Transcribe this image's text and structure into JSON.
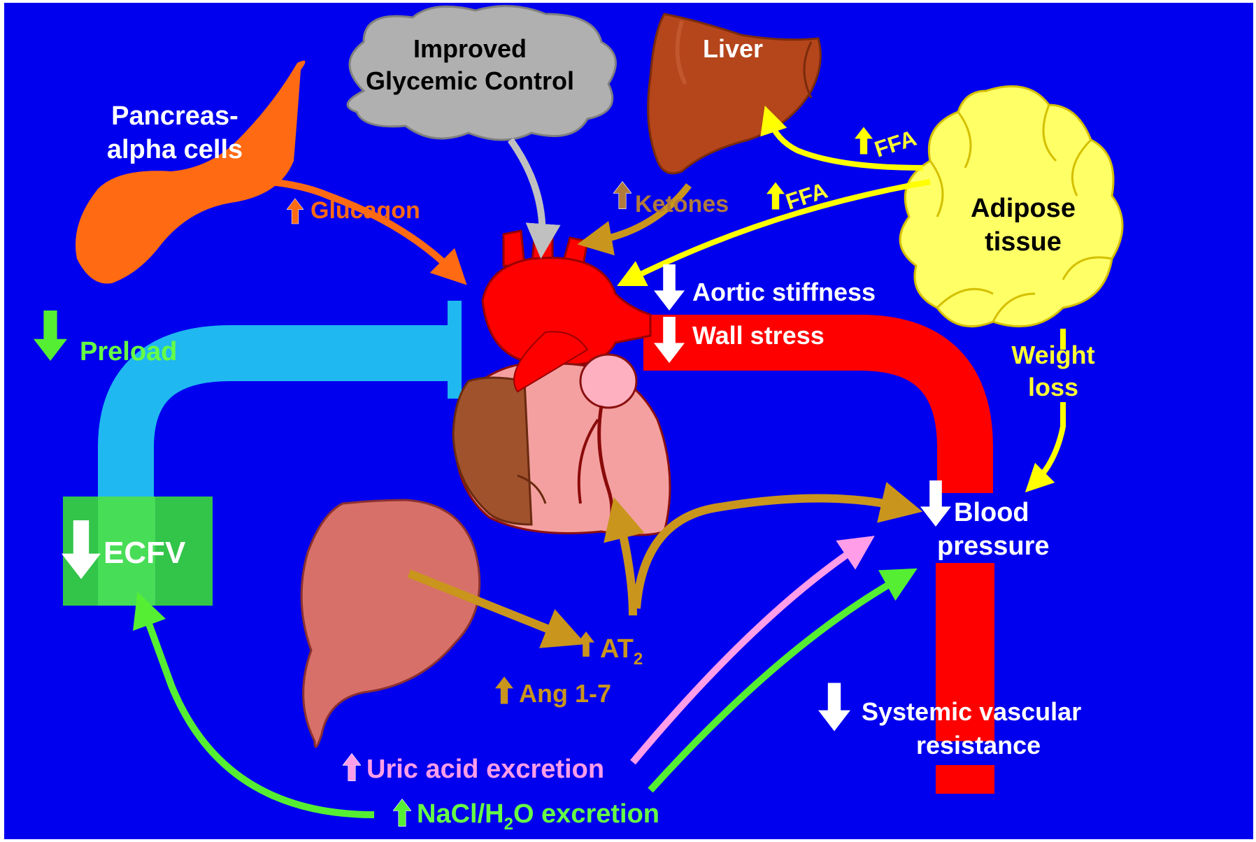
{
  "labels": {
    "glycemic_line1": "Improved",
    "glycemic_line2": "Glycemic Control",
    "liver": "Liver",
    "pancreas_line1": "Pancreas-",
    "pancreas_line2": "alpha cells",
    "glucagon": "Glucagon",
    "ketones": "Ketones",
    "ffa": "FFA",
    "adipose_line1": "Adipose",
    "adipose_line2": "tissue",
    "aortic_stiffness": "Aortic stiffness",
    "wall_stress": "Wall stress",
    "preload": "Preload",
    "weight_loss_line1": "Weight",
    "weight_loss_line2": "loss",
    "ecfv": "ECFV",
    "blood_pressure_line1": "Blood",
    "blood_pressure_line2": "pressure",
    "at2_main": "AT",
    "at2_sub": "2",
    "ang17": "Ang 1-7",
    "svr_line1": "Systemic vascular",
    "svr_line2": "resistance",
    "uric_acid": "Uric acid excretion",
    "nacl_pre": "NaCl/H",
    "nacl_sub": "2",
    "nacl_post": "O excretion"
  },
  "colors": {
    "background": "#0000ee",
    "white_text": "#ffffff",
    "green_text": "#66ff44",
    "yellow_text": "#ffff33",
    "gold_text": "#d4a017",
    "orange_text": "#ff6a13",
    "brown_text": "#b07a3c",
    "pink_text": "#ff9de8",
    "vein_blue": "#20b8f0",
    "artery_red": "#ff0000",
    "liver": "#b5451b",
    "adipose": "#ffff66",
    "kidney": "#d8706a",
    "ecfv_box": "#33c44a"
  }
}
